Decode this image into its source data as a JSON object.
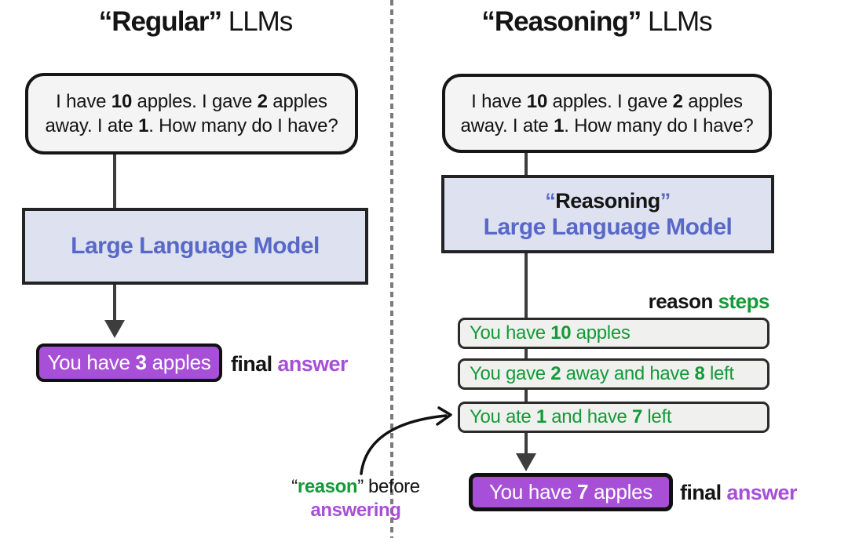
{
  "colors": {
    "purple": "#a84fd8",
    "green": "#149a39",
    "blue": "#5868c8",
    "lavender": "#dee1f0",
    "box-bg": "#f4f4f5",
    "step-bg": "#f0f1ef",
    "ink": "#141414",
    "arrow": "#3d3d3d",
    "divider": "#7b7b7b"
  },
  "left": {
    "title": {
      "quoted": "“Regular”",
      "rest": " LLMs"
    },
    "prompt": {
      "line1": [
        "I have ",
        "10",
        " apples. I gave ",
        "2",
        " apples"
      ],
      "line2": [
        "away. I ate ",
        "1",
        ". How many do I have?"
      ]
    },
    "llm_box": {
      "label": "Large Language Model"
    },
    "answer": {
      "segments": [
        "You have ",
        "3",
        " apples"
      ]
    },
    "final": {
      "black": "final",
      "purple": " answer"
    }
  },
  "right": {
    "title": {
      "quoted": "“Reasoning”",
      "rest": " LLMs"
    },
    "prompt": {
      "line1": [
        "I have ",
        "10",
        " apples. I gave ",
        "2",
        " apples"
      ],
      "line2": [
        "away. I ate ",
        "1",
        ". How many do I have?"
      ]
    },
    "llm_box": {
      "quote_open": "“",
      "name": "Reasoning",
      "quote_close": "”",
      "label": "Large Language Model"
    },
    "steps_label": {
      "black": "reason",
      "green": " steps"
    },
    "steps": [
      {
        "s": [
          "You have ",
          "10",
          " apples"
        ]
      },
      {
        "s": [
          "You gave ",
          "2",
          " away and have ",
          "8",
          " left"
        ]
      },
      {
        "s": [
          "You ate ",
          "1",
          " and have ",
          "7",
          " left"
        ]
      }
    ],
    "answer": {
      "segments": [
        "You have ",
        "7",
        " apples"
      ]
    },
    "final": {
      "black": "final",
      "purple": " answer"
    }
  },
  "annotation": {
    "q1": "“",
    "reason": "reason",
    "rest": "” before",
    "line2": "answering"
  }
}
